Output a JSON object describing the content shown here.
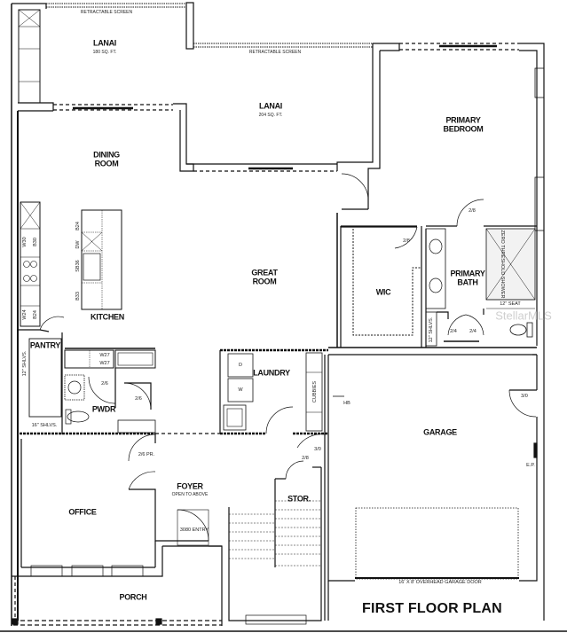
{
  "title": "FIRST FLOOR PLAN",
  "watermark": "StellarMLS",
  "rooms": {
    "lanai_left": {
      "name": "LANAI",
      "area": "180 SQ. FT."
    },
    "lanai_center": {
      "name": "LANAI",
      "area": "204 SQ. FT."
    },
    "primary_bedroom": {
      "name": "PRIMARY\nBEDROOM",
      "line1": "PRIMARY",
      "line2": "BEDROOM"
    },
    "dining_room": {
      "line1": "DINING",
      "line2": "ROOM"
    },
    "great_room": {
      "line1": "GREAT",
      "line2": "ROOM"
    },
    "kitchen": {
      "name": "KITCHEN"
    },
    "pantry": {
      "name": "PANTRY"
    },
    "pwdr": {
      "name": "PWDR"
    },
    "laundry": {
      "name": "LAUNDRY"
    },
    "wic": {
      "name": "WIC"
    },
    "primary_bath": {
      "line1": "PRIMARY",
      "line2": "BATH"
    },
    "garage": {
      "name": "GARAGE"
    },
    "foyer": {
      "name": "FOYER",
      "note": "OPEN TO ABOVE"
    },
    "office": {
      "name": "OFFICE"
    },
    "stor": {
      "name": "STOR."
    },
    "porch": {
      "name": "PORCH"
    }
  },
  "annotations": {
    "retractable_screen_1": "RETRACTABLE SCREEN",
    "retractable_screen_2": "RETRACTABLE SCREEN",
    "door_2_8_wic": "2/8",
    "door_2_8_bath": "2/8",
    "door_2_4_a": "2/4",
    "door_2_4_b": "2/4",
    "door_2_6_pwdr": "2/6",
    "door_2_6_pantry_closet": "2/6",
    "door_2_6_pr": "2/6 PR.",
    "door_3_0_laundry": "3/0",
    "door_2_8_stor": "2/8",
    "door_3_0_garage": "3/0",
    "entry_door": "3080 ENTRY",
    "shower": "ZERO THRESHOLD SHOWER",
    "seat": "12\" SEAT",
    "shelves_bath": "12\" SHLVS.",
    "shelves_pantry_12": "12\" SHLVS.",
    "shelves_pantry_16": "16\" SHLVS.",
    "cubbies": "CUBBIES",
    "hb": "HB",
    "ep": "E.P.",
    "garage_door": "16' X 8' OVERHEAD GARAGE DOOR",
    "dryer": "D",
    "washer": "W",
    "kitchen_w27a": "W27",
    "kitchen_w27b": "W27",
    "island_b24": "B24",
    "island_dw": "DW",
    "island_sb36": "SB36",
    "island_b33": "B33",
    "wall_w30": "W30",
    "wall_b30": "B30",
    "wall_w24": "W24",
    "wall_b24": "B24"
  }
}
